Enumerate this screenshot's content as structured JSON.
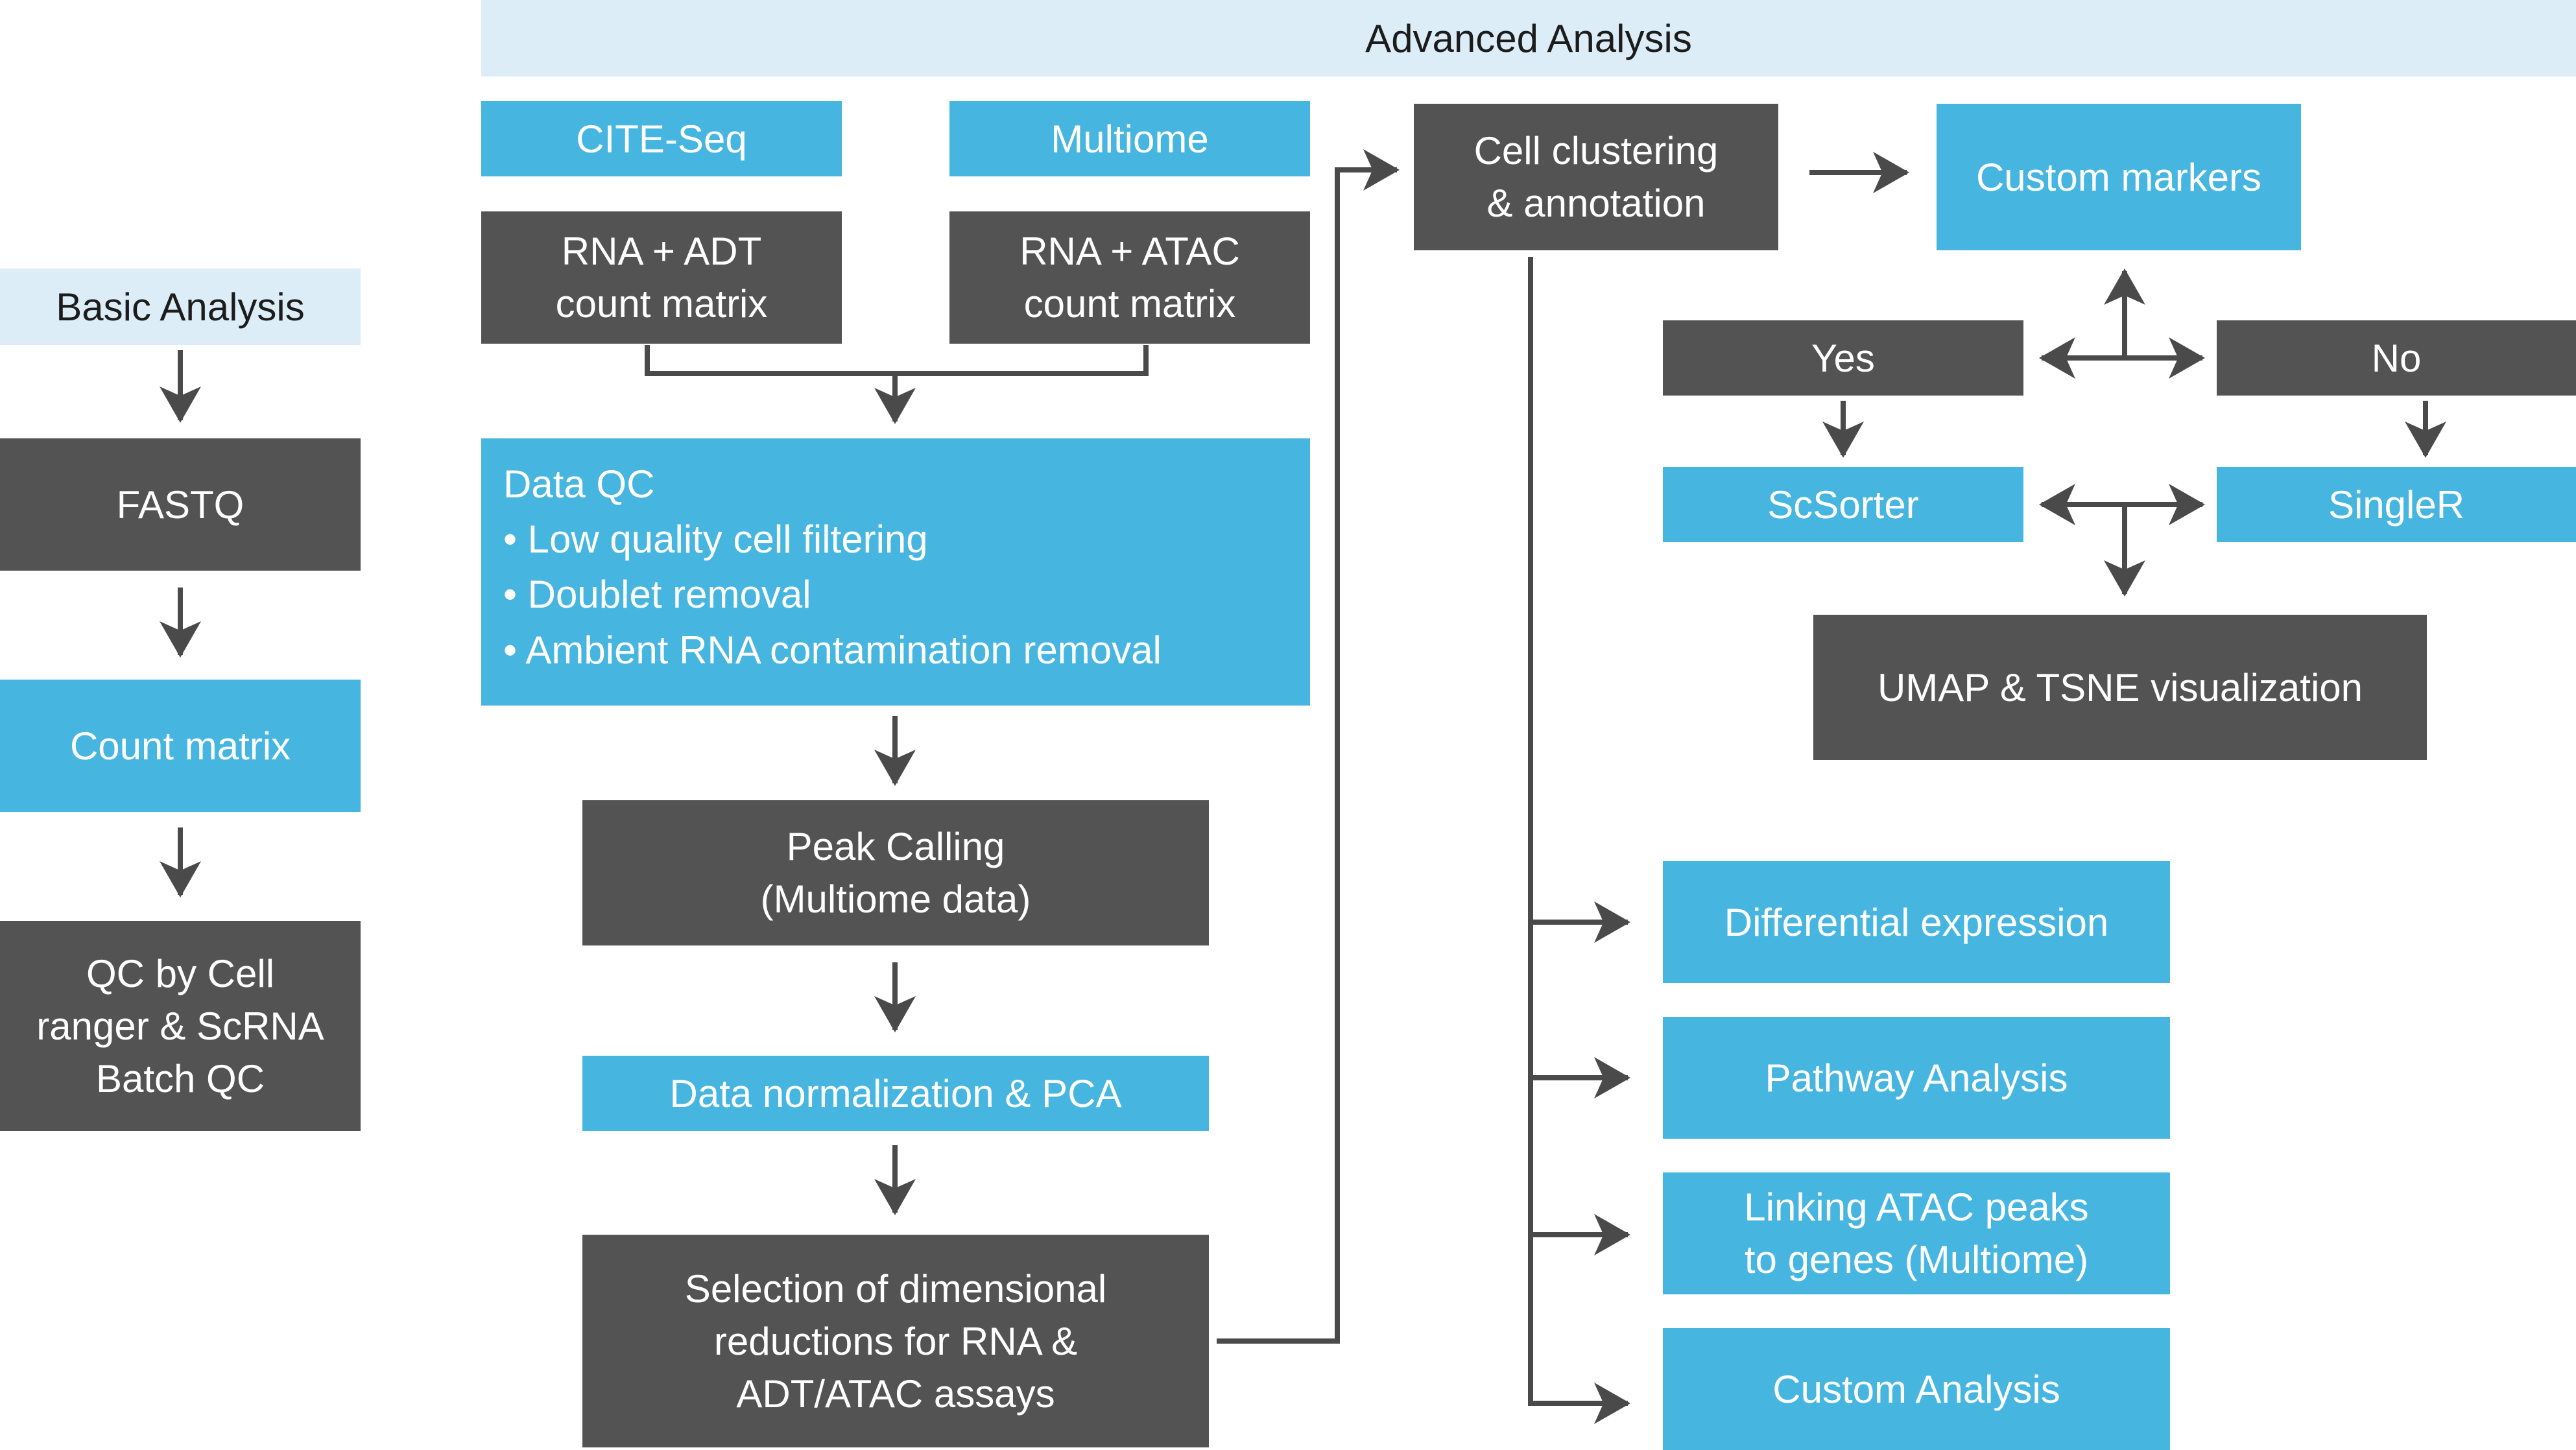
{
  "sections": {
    "basic": "Basic Analysis",
    "advanced": "Advanced Analysis"
  },
  "basic": {
    "fastq": "FASTQ",
    "count_matrix": "Count matrix",
    "qc": "QC by Cell\nranger & ScRNA\nBatch QC"
  },
  "advanced": {
    "cite_seq": "CITE-Seq",
    "multiome": "Multiome",
    "rna_adt": "RNA + ADT\ncount matrix",
    "rna_atac": "RNA + ATAC\ncount matrix",
    "data_qc": {
      "title": "Data QC",
      "items": [
        "• Low quality cell filtering",
        "• Doublet removal",
        "• Ambient RNA contamination removal"
      ]
    },
    "peak_calling": "Peak Calling\n(Multiome data)",
    "normalization": "Data normalization & PCA",
    "selection": "Selection of dimensional\nreductions for RNA &\nADT/ATAC assays",
    "clustering": "Cell clustering\n& annotation",
    "custom_markers": "Custom markers",
    "yes": "Yes",
    "no": "No",
    "scsorter": "ScSorter",
    "singler": "SingleR",
    "umap": "UMAP & TSNE visualization",
    "outputs": [
      "Differential expression",
      "Pathway Analysis",
      "Linking ATAC peaks\nto genes (Multiome)",
      "Custom Analysis"
    ]
  },
  "colors": {
    "dark": "#535353",
    "blue": "#46b6e1",
    "pale": "#ddedf8",
    "arrow": "#4a4a4a"
  }
}
